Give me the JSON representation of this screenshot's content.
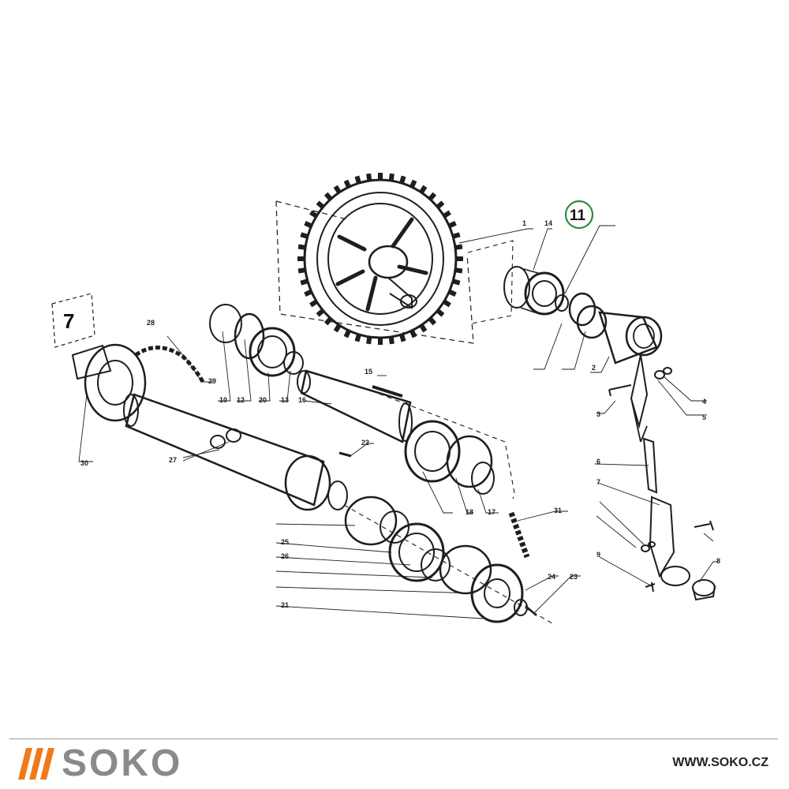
{
  "diagram": {
    "group_label": "7",
    "highlighted_label": "11",
    "callouts": [
      "1",
      "2",
      "3",
      "4",
      "5",
      "6",
      "7",
      "8",
      "9",
      "10",
      "12",
      "13",
      "14",
      "15",
      "16",
      "17",
      "18",
      "20",
      "21",
      "22",
      "23",
      "24",
      "25",
      "26",
      "27",
      "28",
      "29",
      "30",
      "31"
    ],
    "highlight_color": "#2e8b3e",
    "ink_color": "#1e1e1e"
  },
  "footer": {
    "brand": "SOKO",
    "url": "WWW.SOKO.CZ",
    "brand_accent": "#f07a1a",
    "brand_text_color": "#8a8a8a"
  }
}
